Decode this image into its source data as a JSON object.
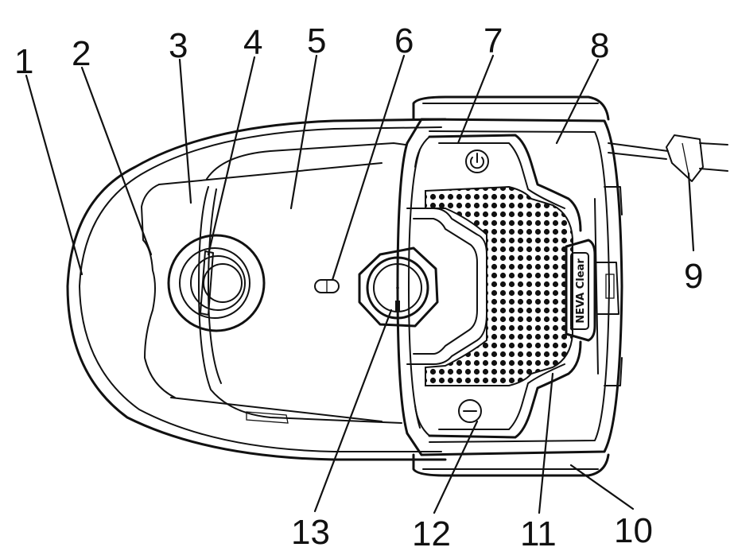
{
  "figure": {
    "badge_text": "NEVA Clear",
    "labels": [
      {
        "id": "1",
        "text": "1"
      },
      {
        "id": "2",
        "text": "2"
      },
      {
        "id": "3",
        "text": "3"
      },
      {
        "id": "4",
        "text": "4"
      },
      {
        "id": "5",
        "text": "5"
      },
      {
        "id": "6",
        "text": "6"
      },
      {
        "id": "7",
        "text": "7"
      },
      {
        "id": "8",
        "text": "8"
      },
      {
        "id": "9",
        "text": "9"
      },
      {
        "id": "10",
        "text": "10"
      },
      {
        "id": "11",
        "text": "11"
      },
      {
        "id": "12",
        "text": "12"
      },
      {
        "id": "13",
        "text": "13"
      }
    ]
  }
}
